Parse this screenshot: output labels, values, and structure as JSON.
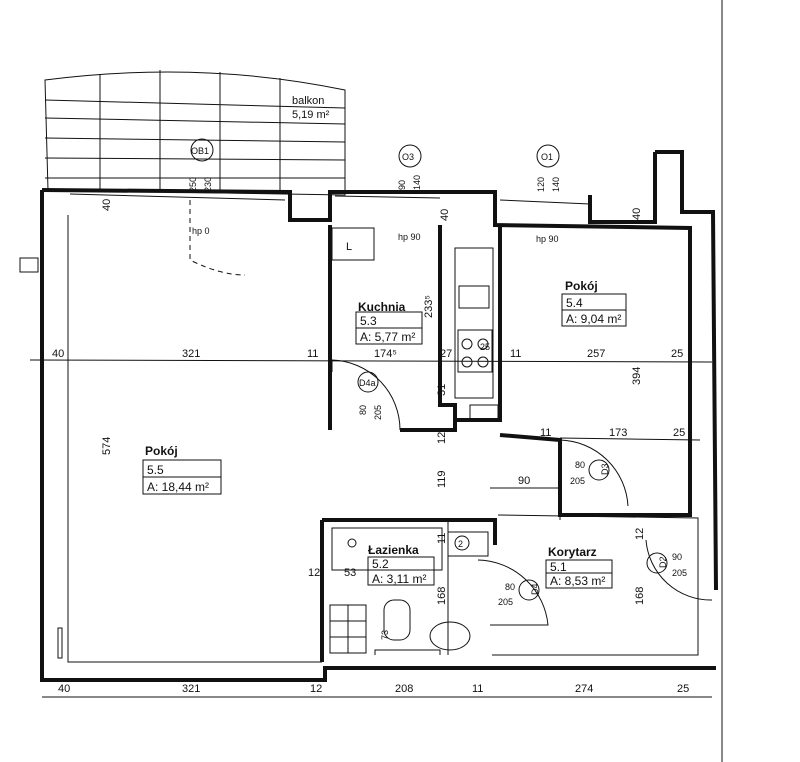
{
  "balcony": {
    "name": "balkon",
    "area": "5,19 m²"
  },
  "windows": [
    {
      "tag": "OB1",
      "h1": "250",
      "h2": "230",
      "hp": "hp 0"
    },
    {
      "tag": "O3",
      "h1": "90",
      "h2": "140",
      "hp": "hp 90"
    },
    {
      "tag": "O1",
      "h1": "120",
      "h2": "140",
      "hp": "hp 90"
    }
  ],
  "rooms": [
    {
      "name": "Pokój",
      "code": "5.5",
      "area": "A: 18,44 m²"
    },
    {
      "name": "Kuchnia",
      "code": "5.3",
      "area": "A: 5,77 m²"
    },
    {
      "name": "Pokój",
      "code": "5.4",
      "area": "A: 9,04 m²"
    },
    {
      "name": "Łazienka",
      "code": "5.2",
      "area": "A: 3,11 m²"
    },
    {
      "name": "Korytarz",
      "code": "5.1",
      "area": "A: 8,53 m²"
    }
  ],
  "doors": [
    {
      "tag": "D4a",
      "w": "80",
      "h": "205"
    },
    {
      "tag": "D3",
      "w": "80",
      "h": "205"
    },
    {
      "tag": "D4",
      "w": "80",
      "h": "205"
    },
    {
      "tag": "D2",
      "w": "90",
      "h": "205"
    }
  ],
  "mid_dims": [
    "40",
    "321",
    "11",
    "174⁵",
    "27",
    "11",
    "257",
    "25"
  ],
  "bottom_dims": [
    "40",
    "321",
    "12",
    "208",
    "11",
    "274",
    "25"
  ],
  "vert_dims": [
    "574",
    "233⁵",
    "394",
    "119",
    "168",
    "168",
    "31",
    "12",
    "11",
    "12",
    "40",
    "40",
    "40"
  ],
  "misc_dims": [
    "173",
    "25",
    "90",
    "11",
    "53",
    "12",
    "25"
  ],
  "fixtures": {
    "fridge": "L",
    "stove_no": "25",
    "sink_no": "73",
    "gas_no": "2"
  }
}
